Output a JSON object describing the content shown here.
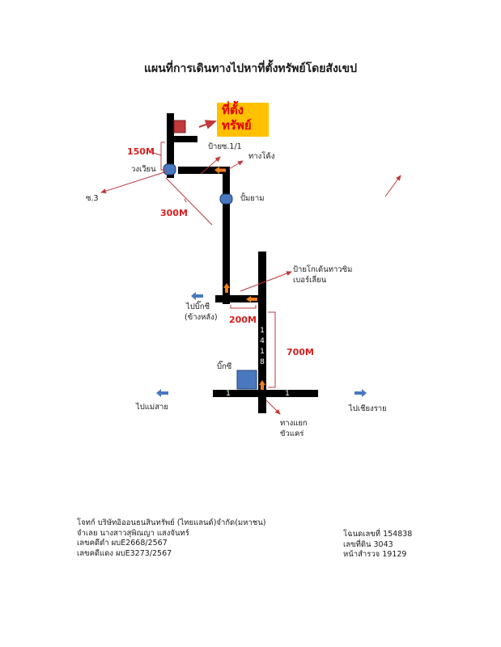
{
  "title": "แผนที่การเดินทางไปหาที่ตั้งทรัพย์โดยสังเขป",
  "target": {
    "line1": "ที่ตั้ง",
    "line2": "ทรัพย์"
  },
  "labels": {
    "pai_soi": "ป้ายซ.1/1",
    "curve": "ทางโค้ง",
    "roundabout": "วงเวียน",
    "soi3": "ซ.3",
    "pump": "ปั้มยาม",
    "coke_sign_1": "ป้ายโกเด้นทาวซิม",
    "coke_sign_2": "เบอร์เลี่ยน",
    "to_bigc_1": "ไปบิ๊กซี",
    "to_bigc_2": "(ข้างหลัง)",
    "bigc": "บิ๊กซี",
    "to_maesai": "ไปแม่สาย",
    "to_chiangrai": "ไปเชียงราย",
    "junction_1": "ทางแยก",
    "junction_2": "ขัวแคร่"
  },
  "distances": {
    "d150": "150M",
    "d300": "300M",
    "d200": "200M",
    "d700": "700M"
  },
  "road_numbers": {
    "vertical": [
      "1",
      "4",
      "1",
      "8"
    ],
    "horizontal_left": "1",
    "horizontal_right": "1"
  },
  "footer_left": [
    "โจทก์ บริษัทอิออนธนสินทรัพย์ (ไทยแลนด์)จำกัด(มหาชน)",
    "จำเลย นางสาวสุพิณญา แสงจันทร์",
    "เลขคดีดำ ผบE2668/2567",
    "เลขคดีแดง ผบE3273/2567"
  ],
  "footer_right": [
    "โฉนดเลขที่ 154838",
    "เลขที่ดิน 3043",
    "หน้าสำรวจ  19129"
  ],
  "colors": {
    "road": "#000000",
    "accent_red": "#d42020",
    "arrow_orange": "#f08020",
    "bigc_blue": "#4a78c0",
    "target_bg": "#ffc000",
    "property_red": "#c0393b"
  }
}
